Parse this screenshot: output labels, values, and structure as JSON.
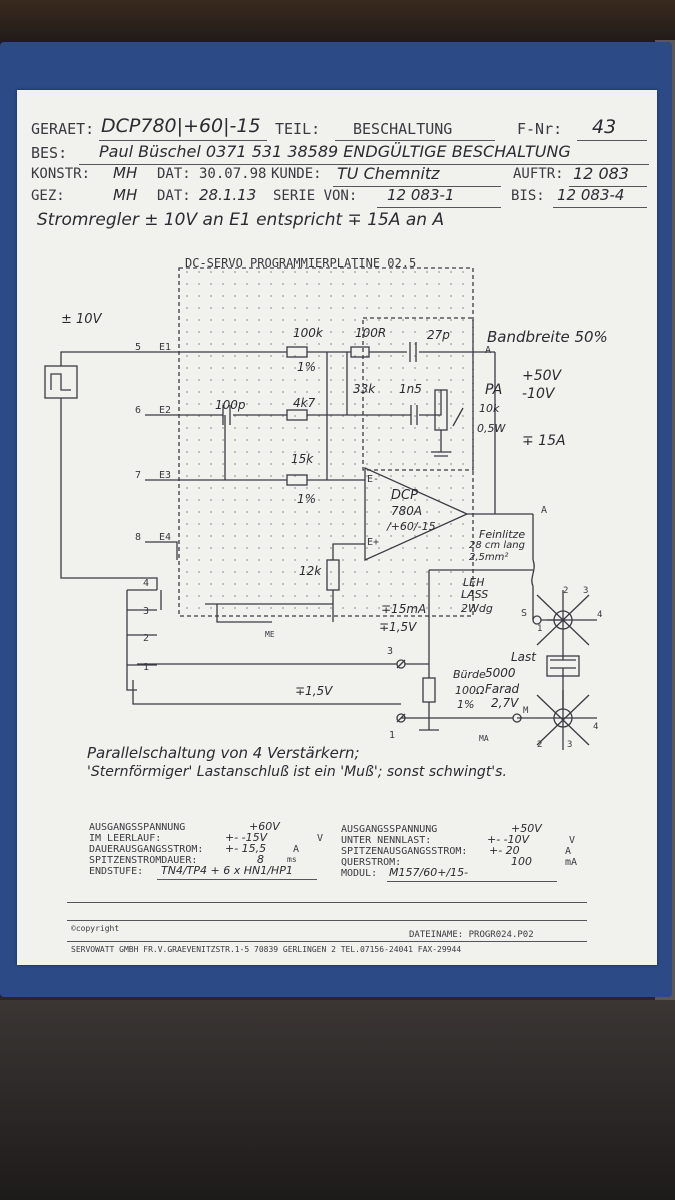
{
  "header": {
    "geraet_label": "GERAET:",
    "geraet_value": "DCP780|+60|-15",
    "teil_label": "TEIL:",
    "teil_value": "BESCHALTUNG",
    "fnr_label": "F-Nr:",
    "fnr_value": "43",
    "bes_label": "BES:",
    "bes_value": "Paul Büschel   0371 531 38589   ENDGÜLTIGE BESCHALTUNG",
    "konstr_label": "KONSTR:",
    "konstr_value": "MH",
    "dat1_label": "DAT:",
    "dat1_value": "30.07.98",
    "kunde_label": "KUNDE:",
    "kunde_value": "TU Chemnitz",
    "auftr_label": "AUFTR:",
    "auftr_value": "12 083",
    "gez_label": "GEZ:",
    "gez_value": "MH",
    "dat2_label": "DAT:",
    "dat2_value": "28.1.13",
    "serie_label": "SERIE VON:",
    "serie_value": "12 083-1",
    "bis_label": "BIS:",
    "bis_value": "12 083-4",
    "note": "Stromregler  ± 10V  an  E1  entspricht  ∓ 15A  an  A"
  },
  "schematic": {
    "board_title": "DC-SERVO PROGRAMMIERPLATINE 02.5",
    "input_label": "± 10V",
    "bandwidth": "Bandbreite 50%",
    "r100k": "100k",
    "r100k_tol": "1%",
    "r100r": "100R",
    "c27p": "27p",
    "c100p": "100p",
    "r4k7": "4k7",
    "r33k": "33k",
    "c1n5": "1n5",
    "pa": "PA",
    "pa_r": "10k",
    "pa_w": "0,5W",
    "r15k": "15k",
    "r15k_tol": "1%",
    "r12k": "12k",
    "supply_pos": "+50V",
    "supply_neg": "-10V",
    "out_current": "∓ 15A",
    "dcp_line1": "DCP",
    "dcp_line2": "780A",
    "dcp_line3": "/+60/-15",
    "e_minus": "E-",
    "e_plus": "E+",
    "feinlitze_1": "Feinlitze",
    "feinlitze_2": "28 cm lang",
    "feinlitze_3": "2,5mm²",
    "leh_1": "LEH",
    "leh_2": "LASS",
    "leh_3": "2Wdg",
    "ma15": "∓15mA",
    "v15a": "∓1,5V",
    "v15b": "∓1,5V",
    "buerde_1": "Bürde",
    "buerde_2": "100Ω",
    "buerde_3": "1%",
    "last_1": "Last",
    "last_2": "5000",
    "last_3": "Farad",
    "last_4": "2,7V",
    "pin_5": "5",
    "pin_6": "6",
    "pin_7": "7",
    "pin_8": "8",
    "e1": "E1",
    "e2": "E2",
    "e3": "E3",
    "e4": "E4",
    "a_top": "A",
    "a_out": "A",
    "s": "S",
    "m": "M",
    "me": "ME",
    "ma": "MA",
    "n1": "1",
    "n2": "2",
    "n3": "3",
    "n4": "4",
    "n1b": "1",
    "n3b": "3",
    "star_2": "2",
    "star_3": "3",
    "star_4": "4",
    "star_1": "1",
    "star2_2": "2",
    "star2_3": "3",
    "star2_4": "4"
  },
  "notes": {
    "line1": "Parallelschaltung von 4 Verstärkern;",
    "line2": "'Sternförmiger' Lastanschluß ist ein 'Muß'; sonst schwingt's."
  },
  "specs": {
    "left_title": "AUSGANGSSPANNUNG",
    "left_idle_label": "IM LEERLAUF:",
    "left_idle_value_pos": "+60V",
    "left_idle_value_neg": "+- -15V",
    "left_idle_unit": "V",
    "dauer_label": "DAUERAUSGANGSSTROM:",
    "dauer_value": "+- 15,5",
    "dauer_unit": "A",
    "spitze_label": "SPITZENSTROMDAUER:",
    "spitze_value": "8",
    "spitze_unit": "ms",
    "endstufe_label": "ENDSTUFE:",
    "endstufe_value": "TN4/TP4 + 6 x HN1/HP1",
    "right_title": "AUSGANGSSPANNUNG",
    "nenn_label": "UNTER NENNLAST:",
    "nenn_value_pos": "+50V",
    "nenn_value_neg": "+- -10V",
    "nenn_unit": "V",
    "spitzenaus_label": "SPITZENAUSGANGSSTROM:",
    "spitzenaus_value": "+- 20",
    "spitzenaus_unit": "A",
    "quer_label": "QUERSTROM:",
    "quer_value": "100",
    "quer_unit": "mA",
    "modul_label": "MODUL:",
    "modul_value": "M157/60+/15-"
  },
  "footer": {
    "copyright": "©copyright",
    "dateiname": "DATEINAME: PROGR024.P02",
    "company": "SERVOWATT GMBH   FR.V.GRAEVENITZSTR.1-5   70839 GERLINGEN 2   TEL.07156-24041   FAX-29944"
  }
}
